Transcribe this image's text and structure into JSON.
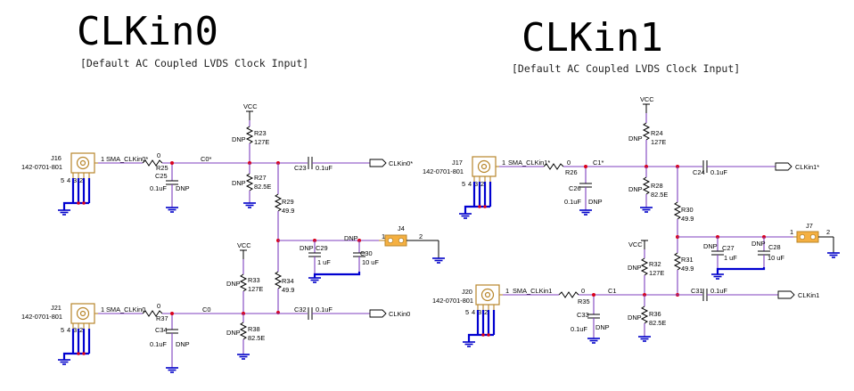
{
  "left": {
    "title": "CLKin0",
    "subtitle": "[Default AC Coupled LVDS Clock Input]",
    "j16": {
      "ref": "J16",
      "part": "142-0701-801",
      "pins": [
        "5",
        "4",
        "3",
        "2"
      ],
      "pin1": "1"
    },
    "j21": {
      "ref": "J21",
      "part": "142-0701-801",
      "pins": [
        "5",
        "4",
        "3",
        "2"
      ],
      "pin1": "1"
    },
    "j4": {
      "ref": "J4",
      "pin1": "1",
      "pin2": "2"
    },
    "nets": {
      "sma_top": "SMA_CLKin0*",
      "sma_bot": "SMA_CLKin0",
      "c_top": "C0*",
      "c_bot": "C0",
      "out_top": "CLKin0*",
      "out_bot": "CLKin0",
      "vcc_top": "VCC",
      "vcc_mid": "VCC"
    },
    "r25": {
      "ref": "R25",
      "val": "0"
    },
    "r37": {
      "ref": "R37",
      "val": "0"
    },
    "c25": {
      "ref": "C25",
      "val": "0.1uF",
      "dnp": "DNP"
    },
    "c34": {
      "ref": "C34",
      "val": "0.1uF",
      "dnp": "DNP"
    },
    "r23": {
      "ref": "R23",
      "val": "127E",
      "dnp": "DNP"
    },
    "r27": {
      "ref": "R27",
      "val": "82.5E",
      "dnp": "DNP"
    },
    "r33": {
      "ref": "R33",
      "val": "127E",
      "dnp": "DNP"
    },
    "r38": {
      "ref": "R38",
      "val": "82.5E",
      "dnp": "DNP"
    },
    "r29": {
      "ref": "R29",
      "val": "49.9"
    },
    "r34": {
      "ref": "R34",
      "val": "49.9"
    },
    "c23": {
      "ref": "C23",
      "val": "0.1uF"
    },
    "c32": {
      "ref": "C32",
      "val": "0.1uF"
    },
    "c29": {
      "ref": "C29",
      "val": "1 uF",
      "dnp": "DNP"
    },
    "c30": {
      "ref": "C30",
      "val": "10 uF",
      "dnp": "DNP"
    }
  },
  "right": {
    "title": "CLKin1",
    "subtitle": "[Default AC Coupled LVDS Clock Input]",
    "j17": {
      "ref": "J17",
      "part": "142-0701-801",
      "pins": [
        "5",
        "4",
        "3",
        "2"
      ],
      "pin1": "1"
    },
    "j20": {
      "ref": "J20",
      "part": "142-0701-801",
      "pins": [
        "5",
        "4",
        "3",
        "2"
      ],
      "pin1": "1"
    },
    "j7": {
      "ref": "J7",
      "pin1": "1",
      "pin2": "2"
    },
    "nets": {
      "sma_top": "SMA_CLKin1*",
      "sma_bot": "SMA_CLKin1",
      "c_top": "C1*",
      "c_bot": "C1",
      "out_top": "CLKin1*",
      "out_bot": "CLKin1",
      "vcc_top": "VCC",
      "vcc_mid": "VCC"
    },
    "r26": {
      "ref": "R26",
      "val": "0"
    },
    "r35": {
      "ref": "R35",
      "val": "0"
    },
    "c26": {
      "ref": "C26",
      "val": "0.1uF",
      "dnp": "DNP"
    },
    "c33": {
      "ref": "C33",
      "val": "0.1uF",
      "dnp": "DNP"
    },
    "r24": {
      "ref": "R24",
      "val": "127E",
      "dnp": "DNP"
    },
    "r28": {
      "ref": "R28",
      "val": "82.5E",
      "dnp": "DNP"
    },
    "r32": {
      "ref": "R32",
      "val": "127E",
      "dnp": "DNP"
    },
    "r36": {
      "ref": "R36",
      "val": "82.5E",
      "dnp": "DNP"
    },
    "r30": {
      "ref": "R30",
      "val": "49.9"
    },
    "r31": {
      "ref": "R31",
      "val": "49.9"
    },
    "c24": {
      "ref": "C24",
      "val": "0.1uF"
    },
    "c31": {
      "ref": "C31",
      "val": "0.1uF"
    },
    "c27": {
      "ref": "C27",
      "val": "1 uF",
      "dnp": "DNP"
    },
    "c28": {
      "ref": "C28",
      "val": "10 uF",
      "dnp": "DNP"
    }
  },
  "colors": {
    "net": "#7f3fbf",
    "pin": "#b8862b",
    "ground": "#0000c8",
    "junction": "#d9001b"
  }
}
